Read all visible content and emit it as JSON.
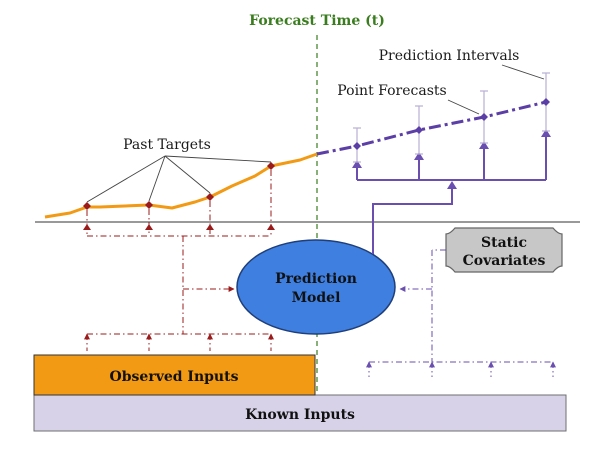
{
  "colors": {
    "orange": "#f29a14",
    "purple": "#6a4fb0",
    "dark_red": "#9b1b1b",
    "forecast_green": "#3a7d1e",
    "model_blue": "#3f7fe0",
    "known_inputs_fill": "#d8d2e8",
    "static_box_fill": "#c7c7c7",
    "text_dark": "#1a1a1a"
  },
  "labels": {
    "forecast_time": "Forecast Time (t)",
    "prediction_intervals": "Prediction Intervals",
    "point_forecasts": "Point Forecasts",
    "past_targets": "Past Targets",
    "static_covariates_line1": "Static",
    "static_covariates_line2": "Covariates",
    "prediction_model_line1": "Prediction",
    "prediction_model_line2": "Model",
    "observed_inputs": "Observed Inputs",
    "known_inputs": "Known Inputs"
  }
}
